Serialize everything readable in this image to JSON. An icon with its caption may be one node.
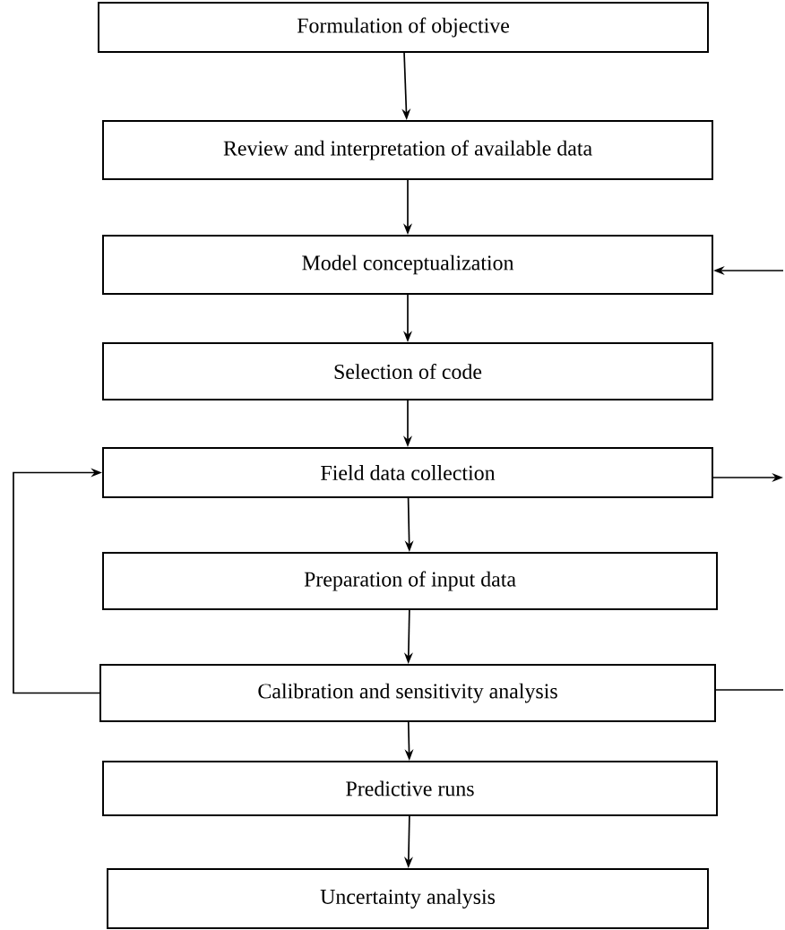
{
  "diagram": {
    "nodes": [
      {
        "text": [
          "Formulation of objective"
        ]
      },
      {
        "text": [
          "Review and interpretation of available data"
        ]
      },
      {
        "text": [
          "Model conceptualization"
        ]
      },
      {
        "text": [
          "Selection of code"
        ]
      },
      {
        "text": [
          "Field data collection"
        ]
      },
      {
        "text": [
          "Preparation of input data"
        ]
      },
      {
        "text": [
          "Calibration and sensitivity analysis"
        ]
      },
      {
        "text": [
          "Predictive runs"
        ]
      },
      {
        "text": [
          "Uncertainty analysis"
        ]
      }
    ],
    "edges": [
      {
        "from": 0,
        "to": 1,
        "arrow": "to"
      },
      {
        "from": 1,
        "to": 2,
        "arrow": "to"
      },
      {
        "from": 2,
        "to": 3,
        "arrow": "to"
      },
      {
        "from": 3,
        "to": 4,
        "arrow": "to"
      },
      {
        "from": 4,
        "to": 5,
        "arrow": "to"
      },
      {
        "from": 5,
        "to": 6,
        "arrow": "to"
      },
      {
        "from": 6,
        "to": 7,
        "arrow": "to"
      },
      {
        "from": 7,
        "to": 8,
        "arrow": "to"
      },
      {
        "from": 6,
        "to": 4,
        "arrow": "to"
      },
      {
        "from": null,
        "to": 2,
        "arrow": "to"
      },
      {
        "from": 4,
        "to": null,
        "arrow": "to"
      },
      {
        "from": 6,
        "to": null,
        "arrow": "none"
      }
    ]
  }
}
